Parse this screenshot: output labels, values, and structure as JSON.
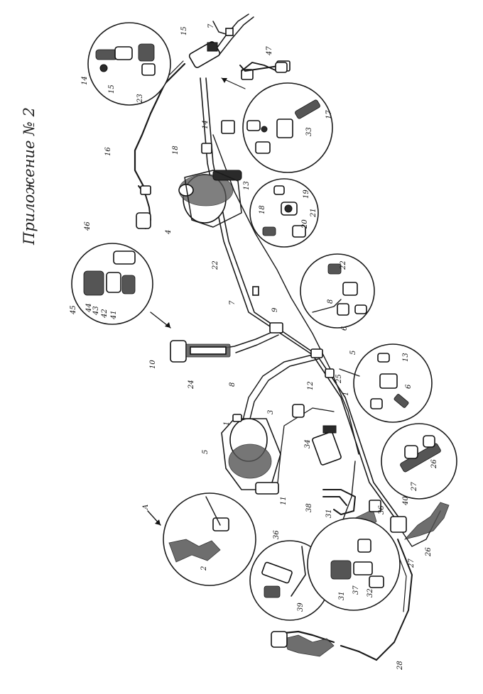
{
  "title": "Приложение № 2",
  "labels": {
    "l1a": "1",
    "l1b": "1",
    "l2": "2",
    "l3": "3",
    "l4": "4",
    "l5a": "5",
    "l5b": "5",
    "l6": "6",
    "l7a": "7",
    "l7b": "7",
    "l8a": "8",
    "l8b": "8",
    "l9": "9",
    "l10": "10",
    "l11": "11",
    "l12": "12",
    "l13": "13",
    "l14a": "14",
    "l14b": "14",
    "l15a": "15",
    "l15b": "15",
    "l16": "16",
    "l17": "17",
    "l18a": "18",
    "l18b": "18",
    "l19": "19",
    "l20": "20",
    "l21": "21",
    "l22a": "22",
    "l22b": "22",
    "l23": "23",
    "l24": "24",
    "l25": "25",
    "l26a": "26",
    "l26b": "26",
    "l27a": "27",
    "l27b": "27",
    "l28": "28",
    "l31": "31",
    "l32": "32",
    "l33": "33",
    "l34": "34",
    "l36a": "36",
    "l36b": "36",
    "l37": "37",
    "l38": "38",
    "l39": "39",
    "l40": "40",
    "l41": "41",
    "l42": "42",
    "l43": "43",
    "l44": "44",
    "l45": "45",
    "l46": "46",
    "l47": "47",
    "lA": "A"
  }
}
